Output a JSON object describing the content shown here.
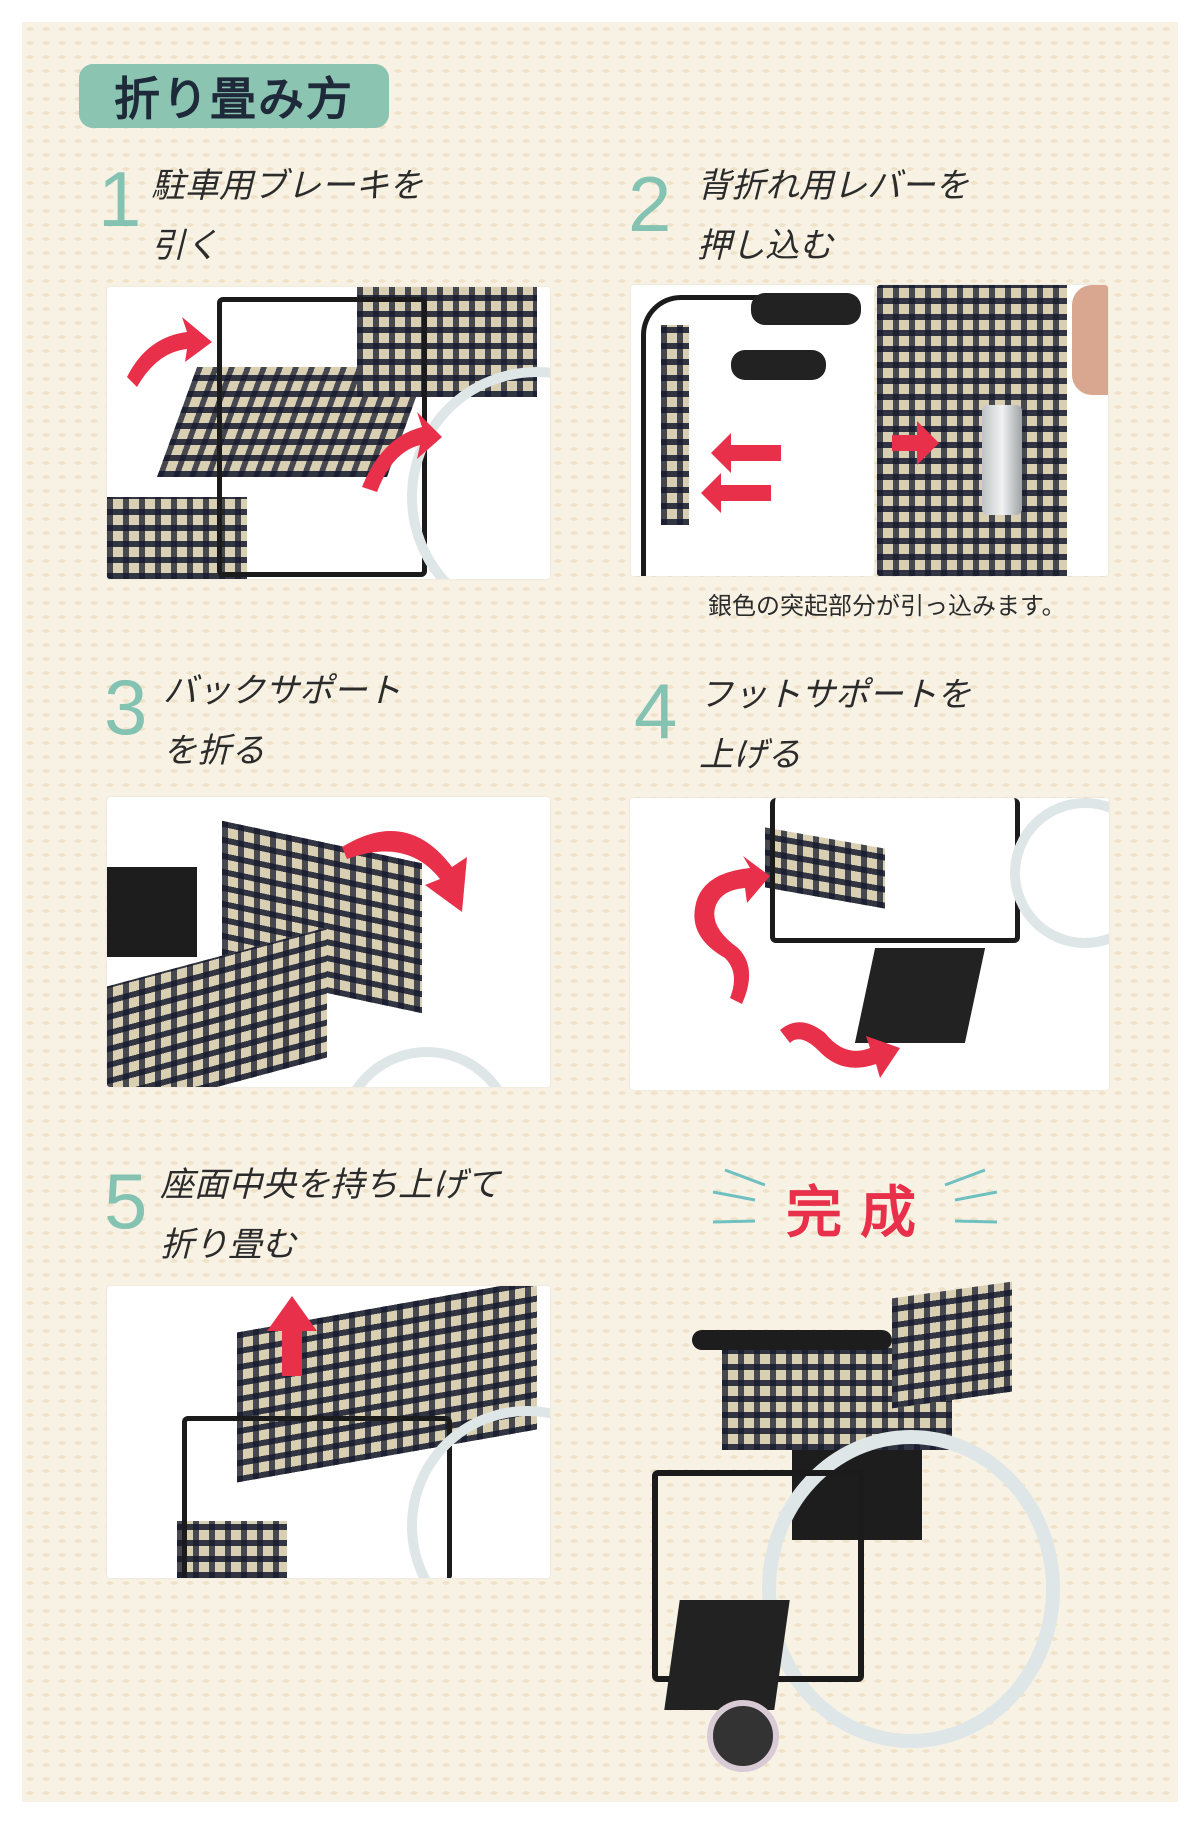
{
  "title": "折り畳み方",
  "steps": [
    {
      "number": "1",
      "line1": "駐車用ブレーキを",
      "line2": "引く"
    },
    {
      "number": "2",
      "line1": "背折れ用レバーを",
      "line2": "押し込む",
      "caption": "銀色の突起部分が引っ込みます。"
    },
    {
      "number": "3",
      "line1": "バックサポート",
      "line2": "を折る"
    },
    {
      "number": "4",
      "line1": "フットサポートを",
      "line2": "上げる"
    },
    {
      "number": "5",
      "line1": "座面中央を持ち上げて",
      "line2": "折り畳む"
    }
  ],
  "complete": "完成",
  "colors": {
    "accent_teal": "#84c2b1",
    "title_bg": "#8cc4b2",
    "arrow_red": "#e8304a",
    "background": "#f8f2e5"
  }
}
